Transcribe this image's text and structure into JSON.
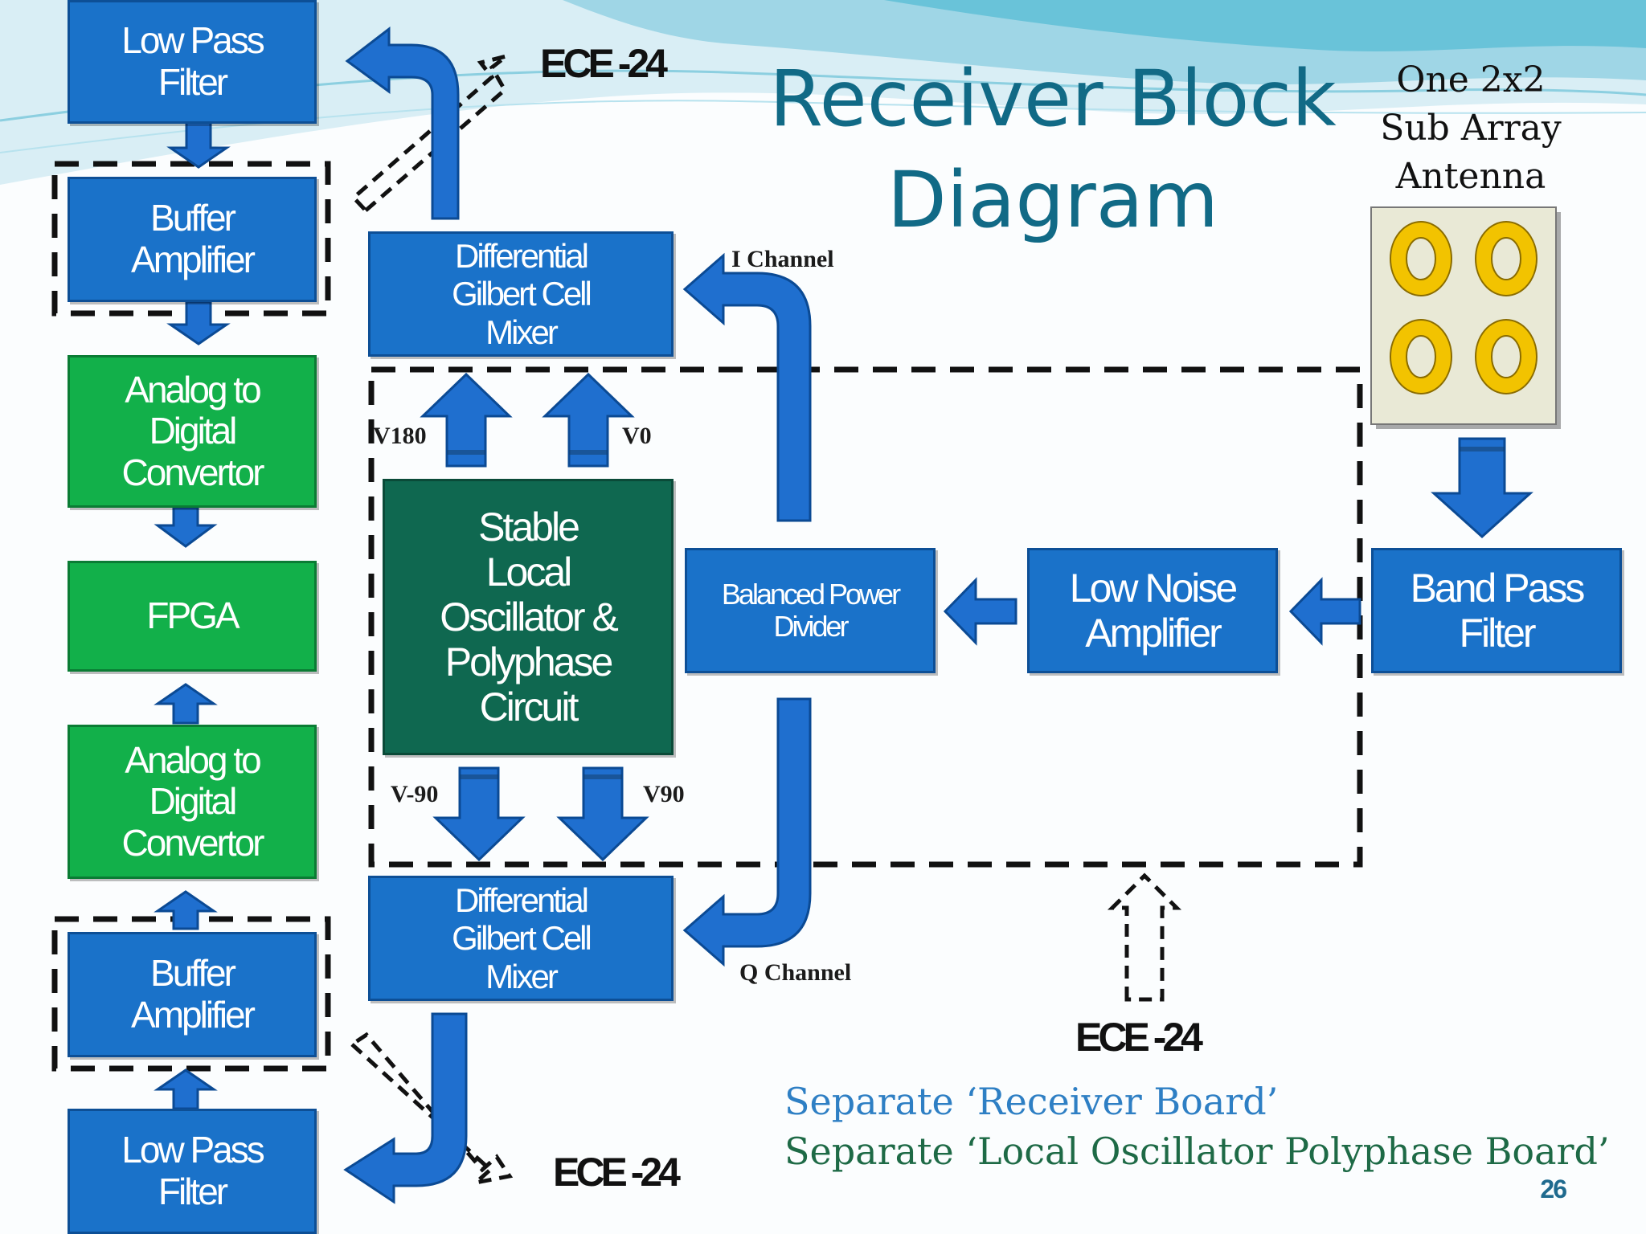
{
  "title": {
    "line1": "Receiver Block",
    "line2": "Diagram"
  },
  "antenna_caption": {
    "line1": "One 2x2",
    "line2": "Sub Array",
    "line3": "Antenna"
  },
  "blocks": {
    "lpf_top": {
      "line1": "Low Pass",
      "line2": "Filter"
    },
    "buffer_top": {
      "line1": "Buffer",
      "line2": "Amplifier"
    },
    "adc_top": {
      "line1": "Analog to",
      "line2": "Digital",
      "line3": "Convertor"
    },
    "fpga": {
      "line1": "FPGA"
    },
    "adc_bottom": {
      "line1": "Analog to",
      "line2": "Digital",
      "line3": "Convertor"
    },
    "buffer_bottom": {
      "line1": "Buffer",
      "line2": "Amplifier"
    },
    "lpf_bottom": {
      "line1": "Low Pass",
      "line2": "Filter"
    },
    "mixer_top": {
      "line1": "Differential",
      "line2": "Gilbert Cell",
      "line3": "Mixer"
    },
    "mixer_bottom": {
      "line1": "Differential",
      "line2": "Gilbert Cell",
      "line3": "Mixer"
    },
    "oscillator": {
      "line1": "Stable",
      "line2": "Local",
      "line3": "Oscillator &",
      "line4": "Polyphase",
      "line5": "Circuit"
    },
    "divider": {
      "line1": "Balanced Power",
      "line2": "Divider"
    },
    "lna": {
      "line1": "Low Noise",
      "line2": "Amplifier"
    },
    "bpf": {
      "line1": "Band Pass",
      "line2": "Filter"
    }
  },
  "labels": {
    "v180": "V180",
    "v0": "V0",
    "v_neg90": "V-90",
    "v90": "V90",
    "i_channel": "I Channel",
    "q_channel": "Q Channel"
  },
  "ece_labels": [
    "ECE -24",
    "ECE -24",
    "ECE -24"
  ],
  "notes": {
    "receiver_board": "Separate ‘Receiver Board’",
    "lo_board": "Separate ‘Local Oscillator Polyphase Board’"
  },
  "page_number": "26",
  "colors": {
    "block_blue": "#1a72c9",
    "block_green": "#12b04a",
    "block_dark_green": "#0f6850",
    "arrow_blue": "#1f6fcf",
    "title_teal": "#116a86",
    "antenna_gold": "#f2c300"
  }
}
